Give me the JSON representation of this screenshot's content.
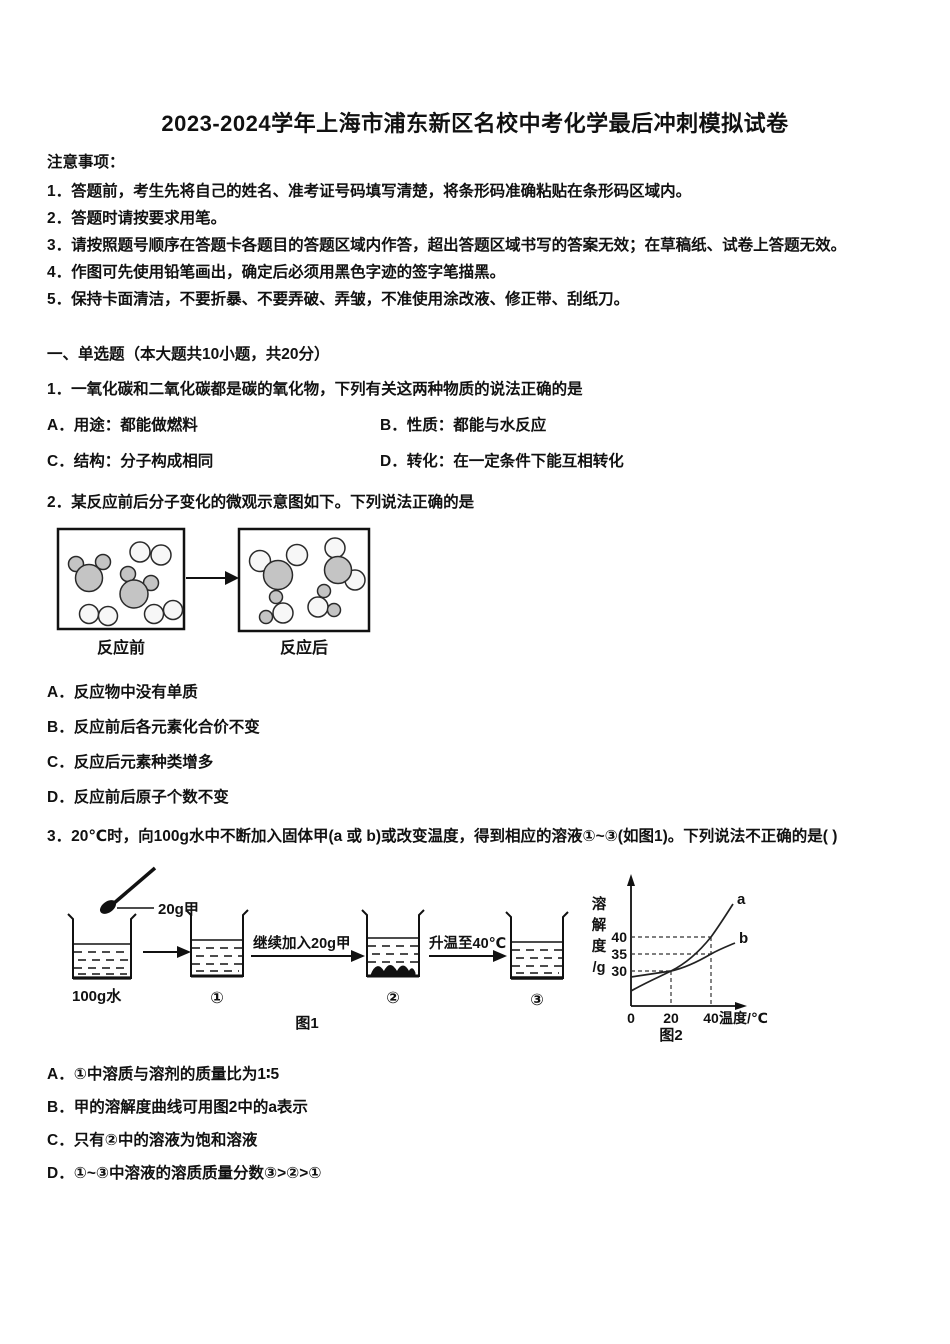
{
  "title": "2023-2024学年上海市浦东新区名校中考化学最后冲刺模拟试卷",
  "notice": {
    "heading": "注意事项：",
    "items": [
      "1．答题前，考生先将自己的姓名、准考证号码填写清楚，将条形码准确粘贴在条形码区域内。",
      "2．答题时请按要求用笔。",
      "3．请按照题号顺序在答题卡各题目的答题区域内作答，超出答题区域书写的答案无效；在草稿纸、试卷上答题无效。",
      "4．作图可先使用铅笔画出，确定后必须用黑色字迹的签字笔描黑。",
      "5．保持卡面清洁，不要折暴、不要弄破、弄皱，不准使用涂改液、修正带、刮纸刀。"
    ]
  },
  "section": {
    "heading": "一、单选题（本大题共10小题，共20分）"
  },
  "q1": {
    "text": "1．一氧化碳和二氧化碳都是碳的氧化物，下列有关这两种物质的说法正确的是",
    "options": [
      "A．用途：都能做燃料",
      "B．性质：都能与水反应",
      "C．结构：分子构成相同",
      "D．转化：在一定条件下能互相转化"
    ]
  },
  "q2": {
    "text": "2．某反应前后分子变化的微观示意图如下。下列说法正确的是",
    "figure": {
      "before_label": "反应前",
      "after_label": "反应后"
    },
    "options": [
      "A．反应物中没有单质",
      "B．反应前后各元素化合价不变",
      "C．反应后元素种类增多",
      "D．反应前后原子个数不变"
    ]
  },
  "q3": {
    "text": "3．20℃时，向100g水中不断加入固体甲(a 或 b)或改变温度，得到相应的溶液①~③(如图1)。下列说法不正确的是( )",
    "figure1": {
      "spoon_label": "20g甲",
      "source_label": "100g水",
      "step1_label": "①",
      "step2_label": "②",
      "step3_label": "③",
      "arrow2_label": "继续加入20g甲",
      "arrow3_label": "升温至40℃",
      "caption": "图1"
    },
    "figure2": {
      "ylabel_lines": [
        "溶",
        "解",
        "度",
        "/g"
      ],
      "y_tick_labels": [
        "40",
        "35",
        "30"
      ],
      "x_tick_labels": [
        "0",
        "20",
        "40"
      ],
      "xlabel": "温度/℃",
      "curve_a_label": "a",
      "curve_b_label": "b",
      "caption": "图2"
    },
    "options": [
      "A．①中溶质与溶剂的质量比为1∶5",
      "B．甲的溶解度曲线可用图2中的a表示",
      "C．只有②中的溶液为饱和溶液",
      "D．①~③中溶液的溶质质量分数③>②>①"
    ]
  },
  "chart_data": {
    "type": "line",
    "title": "图2",
    "xlabel": "温度/℃",
    "ylabel": "溶解度/g",
    "x_ticks": [
      0,
      20,
      40
    ],
    "y_ticks": [
      30,
      35,
      40
    ],
    "xlim": [
      0,
      48
    ],
    "ylim": [
      10,
      50
    ],
    "grid": false,
    "series": [
      {
        "name": "a",
        "points": [
          [
            0,
            24
          ],
          [
            20,
            30
          ],
          [
            40,
            40
          ]
        ]
      },
      {
        "name": "b",
        "points": [
          [
            0,
            28
          ],
          [
            20,
            30
          ],
          [
            40,
            35
          ]
        ]
      }
    ]
  }
}
